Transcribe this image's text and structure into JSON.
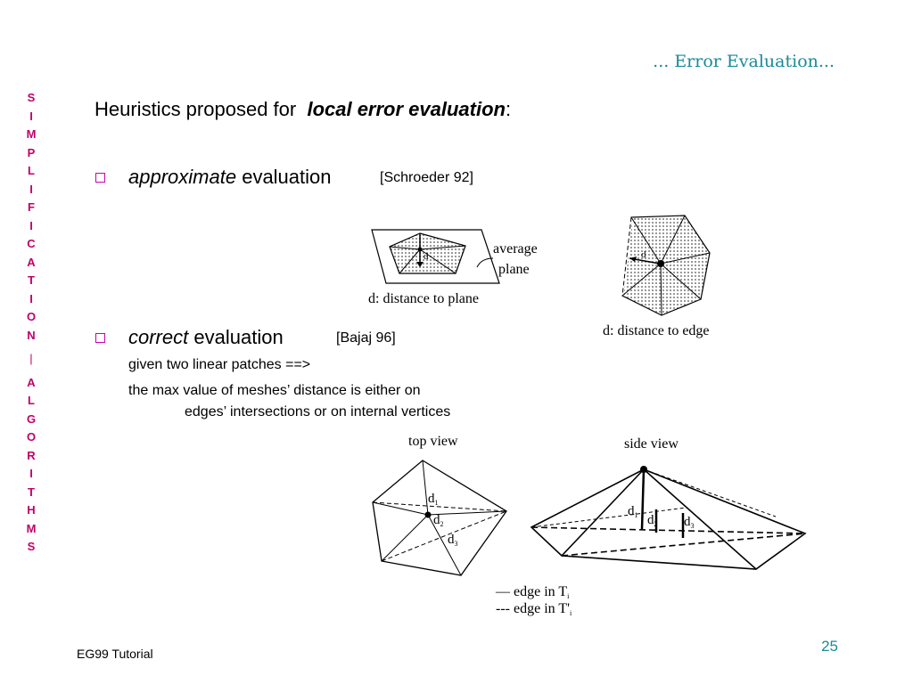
{
  "section_title": "... Error Evaluation...",
  "side_label": [
    "S",
    "I",
    "M",
    "P",
    "L",
    "I",
    "F",
    "I",
    "C",
    "A",
    "T",
    "I",
    "O",
    "N",
    "|",
    "A",
    "L",
    "G",
    "O",
    "R",
    "I",
    "T",
    "H",
    "M",
    "S"
  ],
  "heading": {
    "prefix": "Heuristics proposed for",
    "emphasis": "local error evaluation",
    "suffix": ":"
  },
  "bullets": [
    {
      "emphasis": "approximate",
      "text": "evaluation",
      "ref": "[Schroeder 92]"
    },
    {
      "emphasis": "correct",
      "text": "evaluation",
      "ref": "[Bajaj 96]"
    }
  ],
  "correct_notes": {
    "line1": "given two linear patches ==>",
    "line2": "the max value of meshes’ distance is either on",
    "line3": "edges’ intersections or on internal vertices"
  },
  "figures": {
    "plane": {
      "label_average": "average",
      "label_plane": "plane",
      "d": "d",
      "caption": "d: distance to plane"
    },
    "edge": {
      "d": "d",
      "caption": "d: distance to edge"
    },
    "top_view": {
      "caption": "top view",
      "d1": "d",
      "d2": "d",
      "d3": "d",
      "s1": "1",
      "s2": "2",
      "s3": "3"
    },
    "side_view": {
      "caption": "side view",
      "d1": "d",
      "d2": "d",
      "d3": "d",
      "s1": "1",
      "s2": "2",
      "s3": "3"
    },
    "legend": {
      "solid": "— edge in T",
      "solid_sub": "i",
      "dashed": "--- edge in T'",
      "dashed_sub": "i"
    }
  },
  "footer": {
    "left": "EG99 Tutorial",
    "page": "25"
  }
}
